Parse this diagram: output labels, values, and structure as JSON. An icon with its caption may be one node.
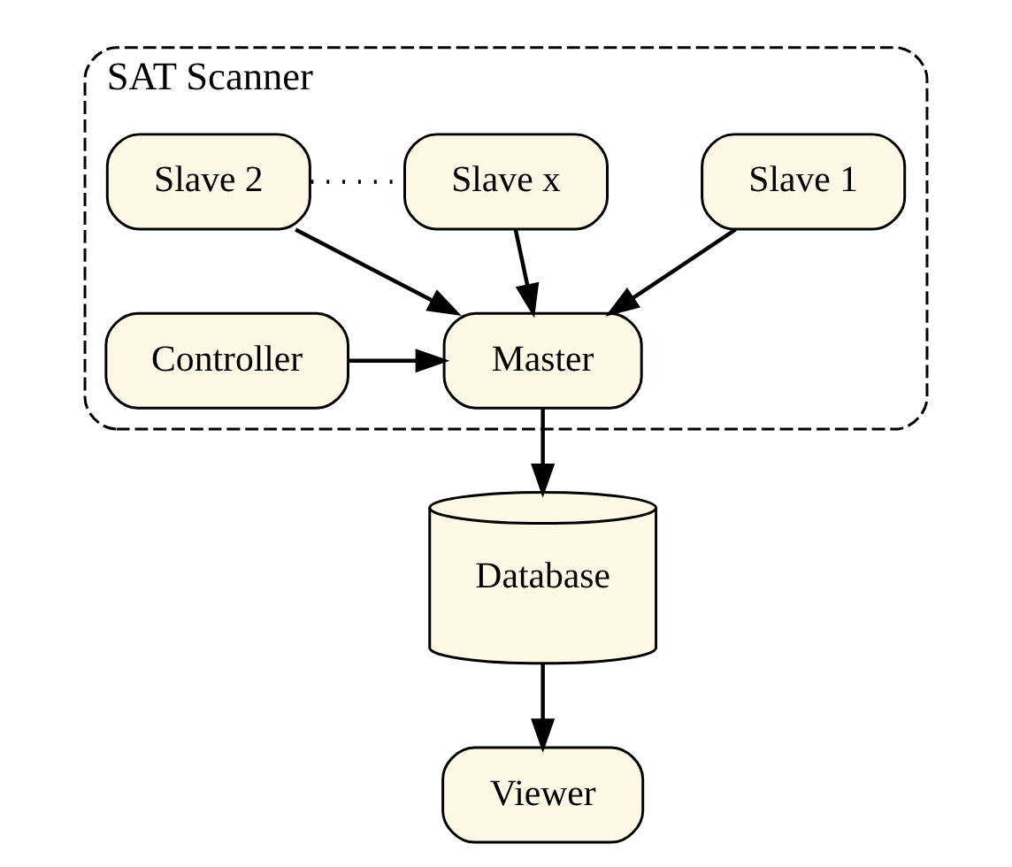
{
  "diagram": {
    "nodes": [
      {
        "text": [
          "SAT Scanner"
        ]
      },
      {
        "text": [
          "Slave 1"
        ],
        "in": 0
      },
      {
        "text": [
          "Slave 2"
        ],
        "in": 0
      },
      {
        "text": [
          "Slave x"
        ],
        "in": 0
      },
      {
        "text": [
          "Controller"
        ],
        "in": 0
      },
      {
        "text": [
          "Master"
        ],
        "in": 0
      },
      {
        "text": [
          "Database"
        ]
      },
      {
        "text": [
          "Viewer"
        ]
      }
    ],
    "edges": [
      {
        "from": 1,
        "to": 5,
        "arrow": "to"
      },
      {
        "from": 2,
        "to": 5,
        "arrow": "to"
      },
      {
        "from": 3,
        "to": 5,
        "arrow": "to"
      },
      {
        "from": 2,
        "to": 3,
        "arrow": "none",
        "style": "dashed"
      },
      {
        "from": 4,
        "to": 5,
        "arrow": "to"
      },
      {
        "from": 5,
        "to": 6,
        "arrow": "to"
      },
      {
        "from": 6,
        "to": 7,
        "arrow": "to"
      }
    ]
  }
}
